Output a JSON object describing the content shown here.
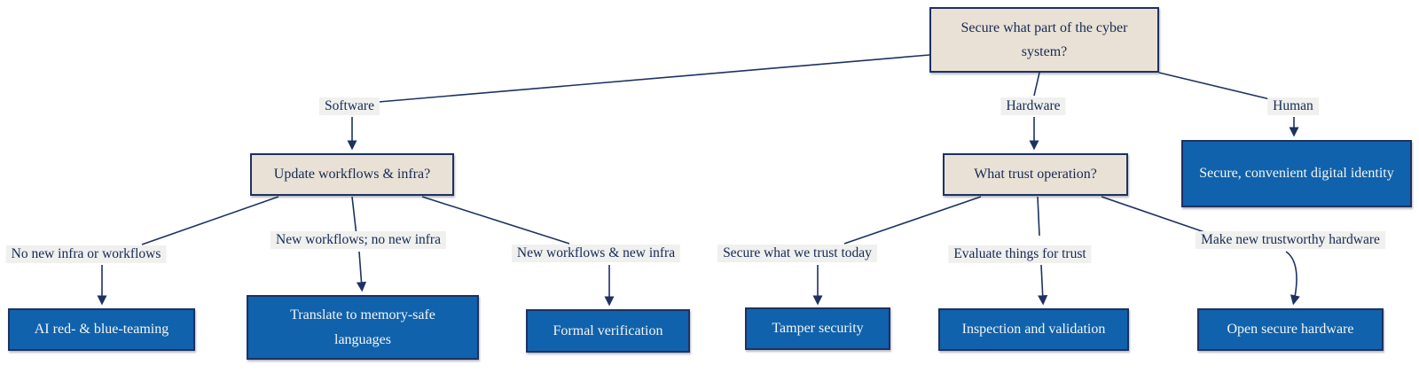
{
  "colors": {
    "line": "#1e3161",
    "node_border": "#1e3161",
    "beige_fill": "#e9e1d5",
    "blue_fill": "#1062ac",
    "label_bg": "#f0f0ee",
    "dark_text": "#152a55",
    "light_text": "#f5f5f2"
  },
  "tree": {
    "root": "Secure what part of the cyber system?",
    "branches": {
      "software": {
        "label": "Software",
        "question": "Update workflows & infra?",
        "options": [
          {
            "label": "No new infra or workflows",
            "result": "AI red- & blue-teaming"
          },
          {
            "label": "New workflows; no new infra",
            "result": "Translate to memory-safe languages"
          },
          {
            "label": "New workflows & new infra",
            "result": "Formal verification"
          }
        ]
      },
      "hardware": {
        "label": "Hardware",
        "question": "What trust operation?",
        "options": [
          {
            "label": "Secure what we trust today",
            "result": "Tamper security"
          },
          {
            "label": "Evaluate things for trust",
            "result": "Inspection and validation"
          },
          {
            "label": "Make new trustworthy hardware",
            "result": "Open secure hardware"
          }
        ]
      },
      "human": {
        "label": "Human",
        "result": "Secure, convenient digital identity"
      }
    }
  }
}
